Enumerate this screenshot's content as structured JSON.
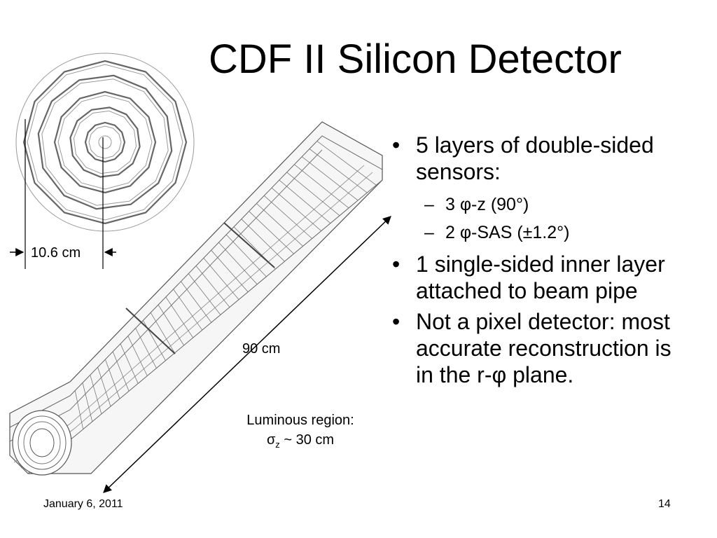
{
  "slide": {
    "title": "CDF II Silicon Detector",
    "bullets": [
      {
        "text": "5 layers of double-sided sensors:",
        "subbullets": [
          "3 φ-z (90°)",
          "2 φ-SAS (±1.2°)"
        ]
      },
      {
        "text": "1 single-sided inner layer attached to beam pipe"
      },
      {
        "text": "Not a pixel detector: most accurate reconstruction is in the r-φ plane."
      }
    ],
    "bullet_char": "•",
    "sub_bullet_char": "–",
    "figure": {
      "radius_label": "10.6 cm",
      "length_label": "90 cm",
      "luminous_label": "Luminous region:",
      "sigma_symbol": "σ",
      "sigma_subscript": "z",
      "sigma_value": " ~ 30 cm"
    },
    "footer": {
      "date": "January 6, 2011",
      "page_number": "14"
    }
  },
  "colors": {
    "text": "#000000",
    "background": "#ffffff",
    "drawing": "#555555"
  }
}
